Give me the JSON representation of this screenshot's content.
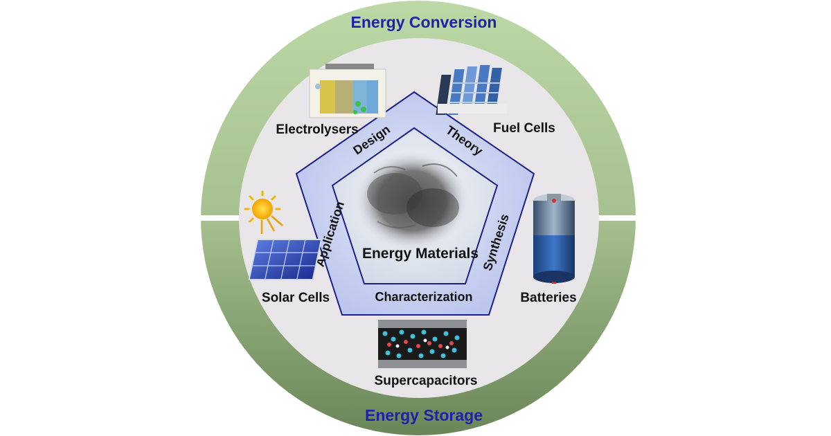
{
  "ring": {
    "top_title": "Energy Conversion",
    "bottom_title": "Energy Storage"
  },
  "center": {
    "title": "Energy Materials"
  },
  "pentagon_sides": {
    "design": "Design",
    "theory": "Theory",
    "synthesis": "Synthesis",
    "characterization": "Characterization",
    "application": "Application"
  },
  "applications": {
    "electrolysers": "Electrolysers",
    "fuel_cells": "Fuel Cells",
    "batteries": "Batteries",
    "supercapacitors": "Supercapacitors",
    "solar_cells": "Solar Cells"
  },
  "colors": {
    "ring_top": "#b7d3a0",
    "ring_bottom": "#6f8b5f",
    "disc": "#e8e6e8",
    "pentagon_fill": "#c7cef0",
    "pentagon_stroke": "#1a1f8a",
    "title_blue": "#1f1fae"
  }
}
